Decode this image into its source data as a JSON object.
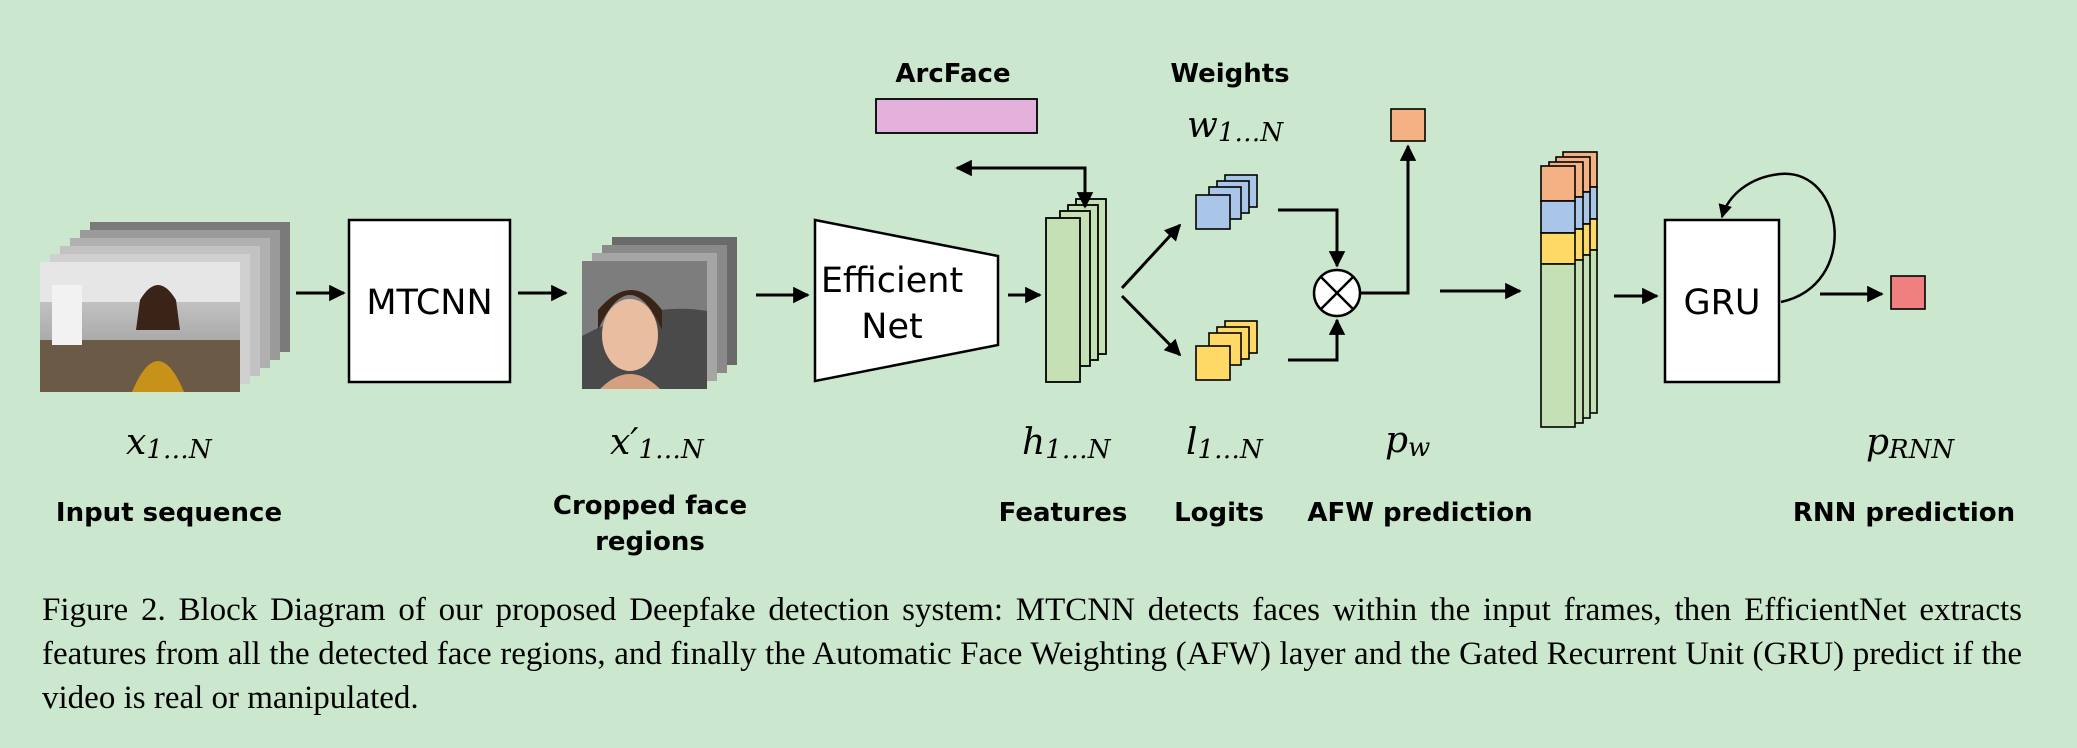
{
  "blocks": {
    "mtcnn": "MTCNN",
    "efficientnet_line1": "Efficient",
    "efficientnet_line2": "Net",
    "gru": "GRU"
  },
  "headings": {
    "arcface": "ArcFace",
    "weights": "Weights"
  },
  "math": {
    "x": {
      "base": "x",
      "sub": "1…N"
    },
    "x_prime": {
      "base": "x′",
      "sub": "1…N"
    },
    "h": {
      "base": "h",
      "sub": "1…N"
    },
    "l": {
      "base": "l",
      "sub": "1…N"
    },
    "w": {
      "base": "w",
      "sub": "1…N"
    },
    "p_w": {
      "base": "p",
      "sub": "w"
    },
    "p_rnn": {
      "base": "p",
      "sub": "RNN"
    }
  },
  "labels": {
    "input_sequence": "Input sequence",
    "cropped_line1": "Cropped face",
    "cropped_line2": "regions",
    "features": "Features",
    "logits": "Logits",
    "afw_prediction": "AFW prediction",
    "rnn_prediction": "RNN prediction"
  },
  "caption": "Figure 2. Block Diagram of our proposed Deepfake detection system: MTCNN detects faces within the input frames, then EfficientNet extracts features from all the detected face regions, and finally the Automatic Face Weighting (AFW) layer and the Gated Recurrent Unit (GRU) predict if the video is real or manipulated.",
  "colors": {
    "background": "#cbe7cd",
    "feature_green": "#c5e0b4",
    "arcface_pink": "#e4b1dc",
    "weights_blue": "#a9c6e8",
    "logits_yellow": "#ffd966",
    "afw_orange": "#f4b183",
    "rnn_red": "#f08080"
  }
}
